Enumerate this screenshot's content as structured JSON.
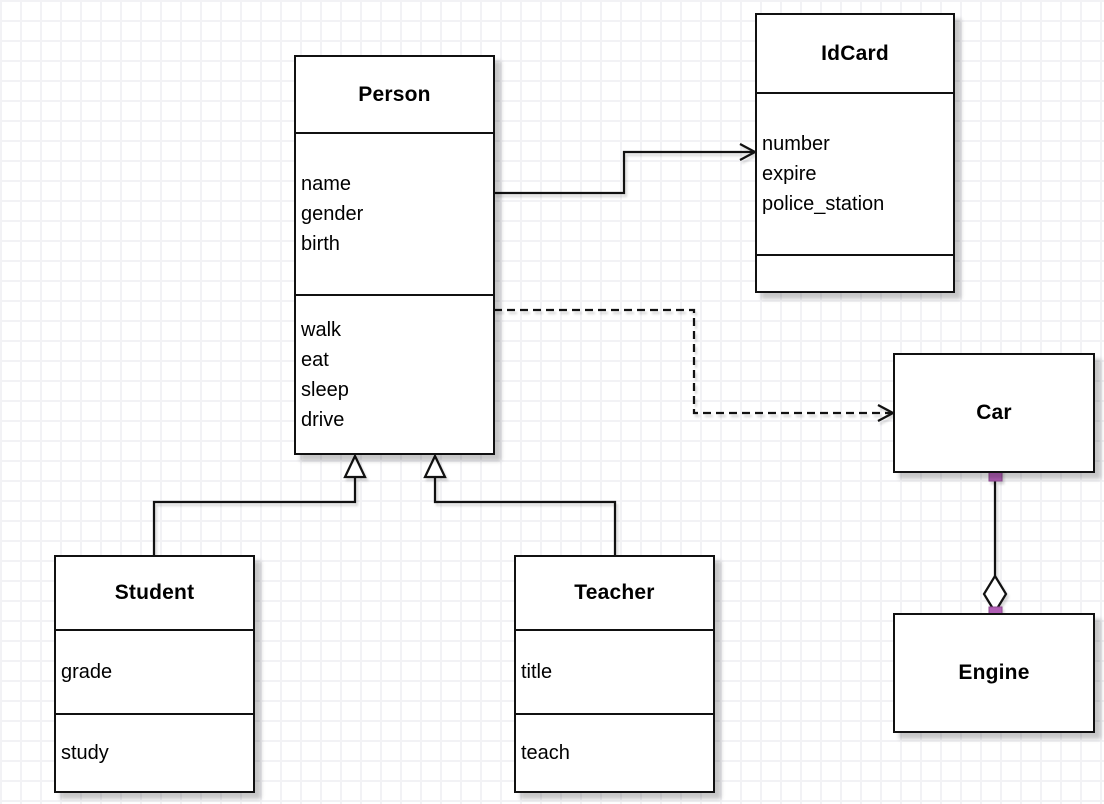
{
  "diagram": {
    "kind": "uml-class-diagram",
    "background": "#ffffff",
    "grid_line_color": "#f2f2f5",
    "shape_fill": "#ffffff",
    "shape_stroke": "#111111",
    "selection_handle_color": "#b15fb5"
  },
  "classes": {
    "person": {
      "title": "Person",
      "attributes": [
        "name",
        "gender",
        "birth"
      ],
      "methods": [
        "walk",
        "eat",
        "sleep",
        "drive"
      ]
    },
    "idcard": {
      "title": "IdCard",
      "attributes": [
        "number",
        "expire",
        "police_station"
      ],
      "methods": []
    },
    "car": {
      "title": "Car"
    },
    "engine": {
      "title": "Engine"
    },
    "student": {
      "title": "Student",
      "attributes": [
        "grade"
      ],
      "methods": [
        "study"
      ]
    },
    "teacher": {
      "title": "Teacher",
      "attributes": [
        "title"
      ],
      "methods": [
        "teach"
      ]
    }
  },
  "relationships": [
    {
      "from": "Person",
      "to": "IdCard",
      "type": "association",
      "line": "solid",
      "arrow": "open"
    },
    {
      "from": "Person",
      "to": "Car",
      "type": "dependency",
      "line": "dashed",
      "arrow": "open"
    },
    {
      "from": "Student",
      "to": "Person",
      "type": "generalization",
      "line": "solid",
      "arrow": "hollow-triangle"
    },
    {
      "from": "Teacher",
      "to": "Person",
      "type": "generalization",
      "line": "solid",
      "arrow": "hollow-triangle"
    },
    {
      "from": "Car",
      "to": "Engine",
      "type": "aggregation",
      "line": "solid",
      "arrow": "hollow-diamond",
      "selected": true
    }
  ]
}
